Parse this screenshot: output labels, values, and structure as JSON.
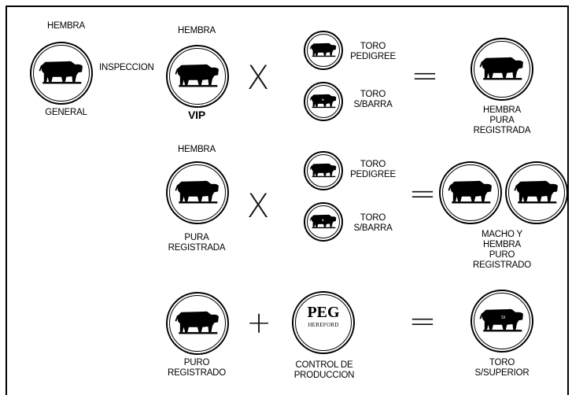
{
  "row1": {
    "general": {
      "top_label": "HEMBRA",
      "bottom_label": "GENERAL"
    },
    "inspection_label": "INSPECCION",
    "vip": {
      "top_label": "HEMBRA",
      "bottom_label": "VIP"
    },
    "times_symbol": "X",
    "bull_pedigree_label": "TORO\nPEDIGREE",
    "bull_sbarra_label": "TORO\nS/BARRA",
    "equals_symbol": "=",
    "result_label": "HEMBRA\nPURA REGISTRADA"
  },
  "row2": {
    "female": {
      "top_label": "HEMBRA",
      "bottom_label": "PURA\nREGISTRADA"
    },
    "times_symbol": "X",
    "bull_pedigree_label": "TORO\nPEDIGREE",
    "bull_sbarra_label": "TORO\nS/BARRA",
    "equals_symbol": "=",
    "result_label": "MACHO Y HEMBRA\nPURO REGISTRADO"
  },
  "row3": {
    "animal_label": "PURO\nREGISTRADO",
    "plus_symbol": "+",
    "peg_logo": {
      "big": "PEG",
      "small": "HEREFORD"
    },
    "peg_label": "CONTROL DE\nPRODUCCION",
    "equals_symbol": "=",
    "superior_brand": "SI",
    "result_label": "TORO\nS/SUPERIOR"
  }
}
